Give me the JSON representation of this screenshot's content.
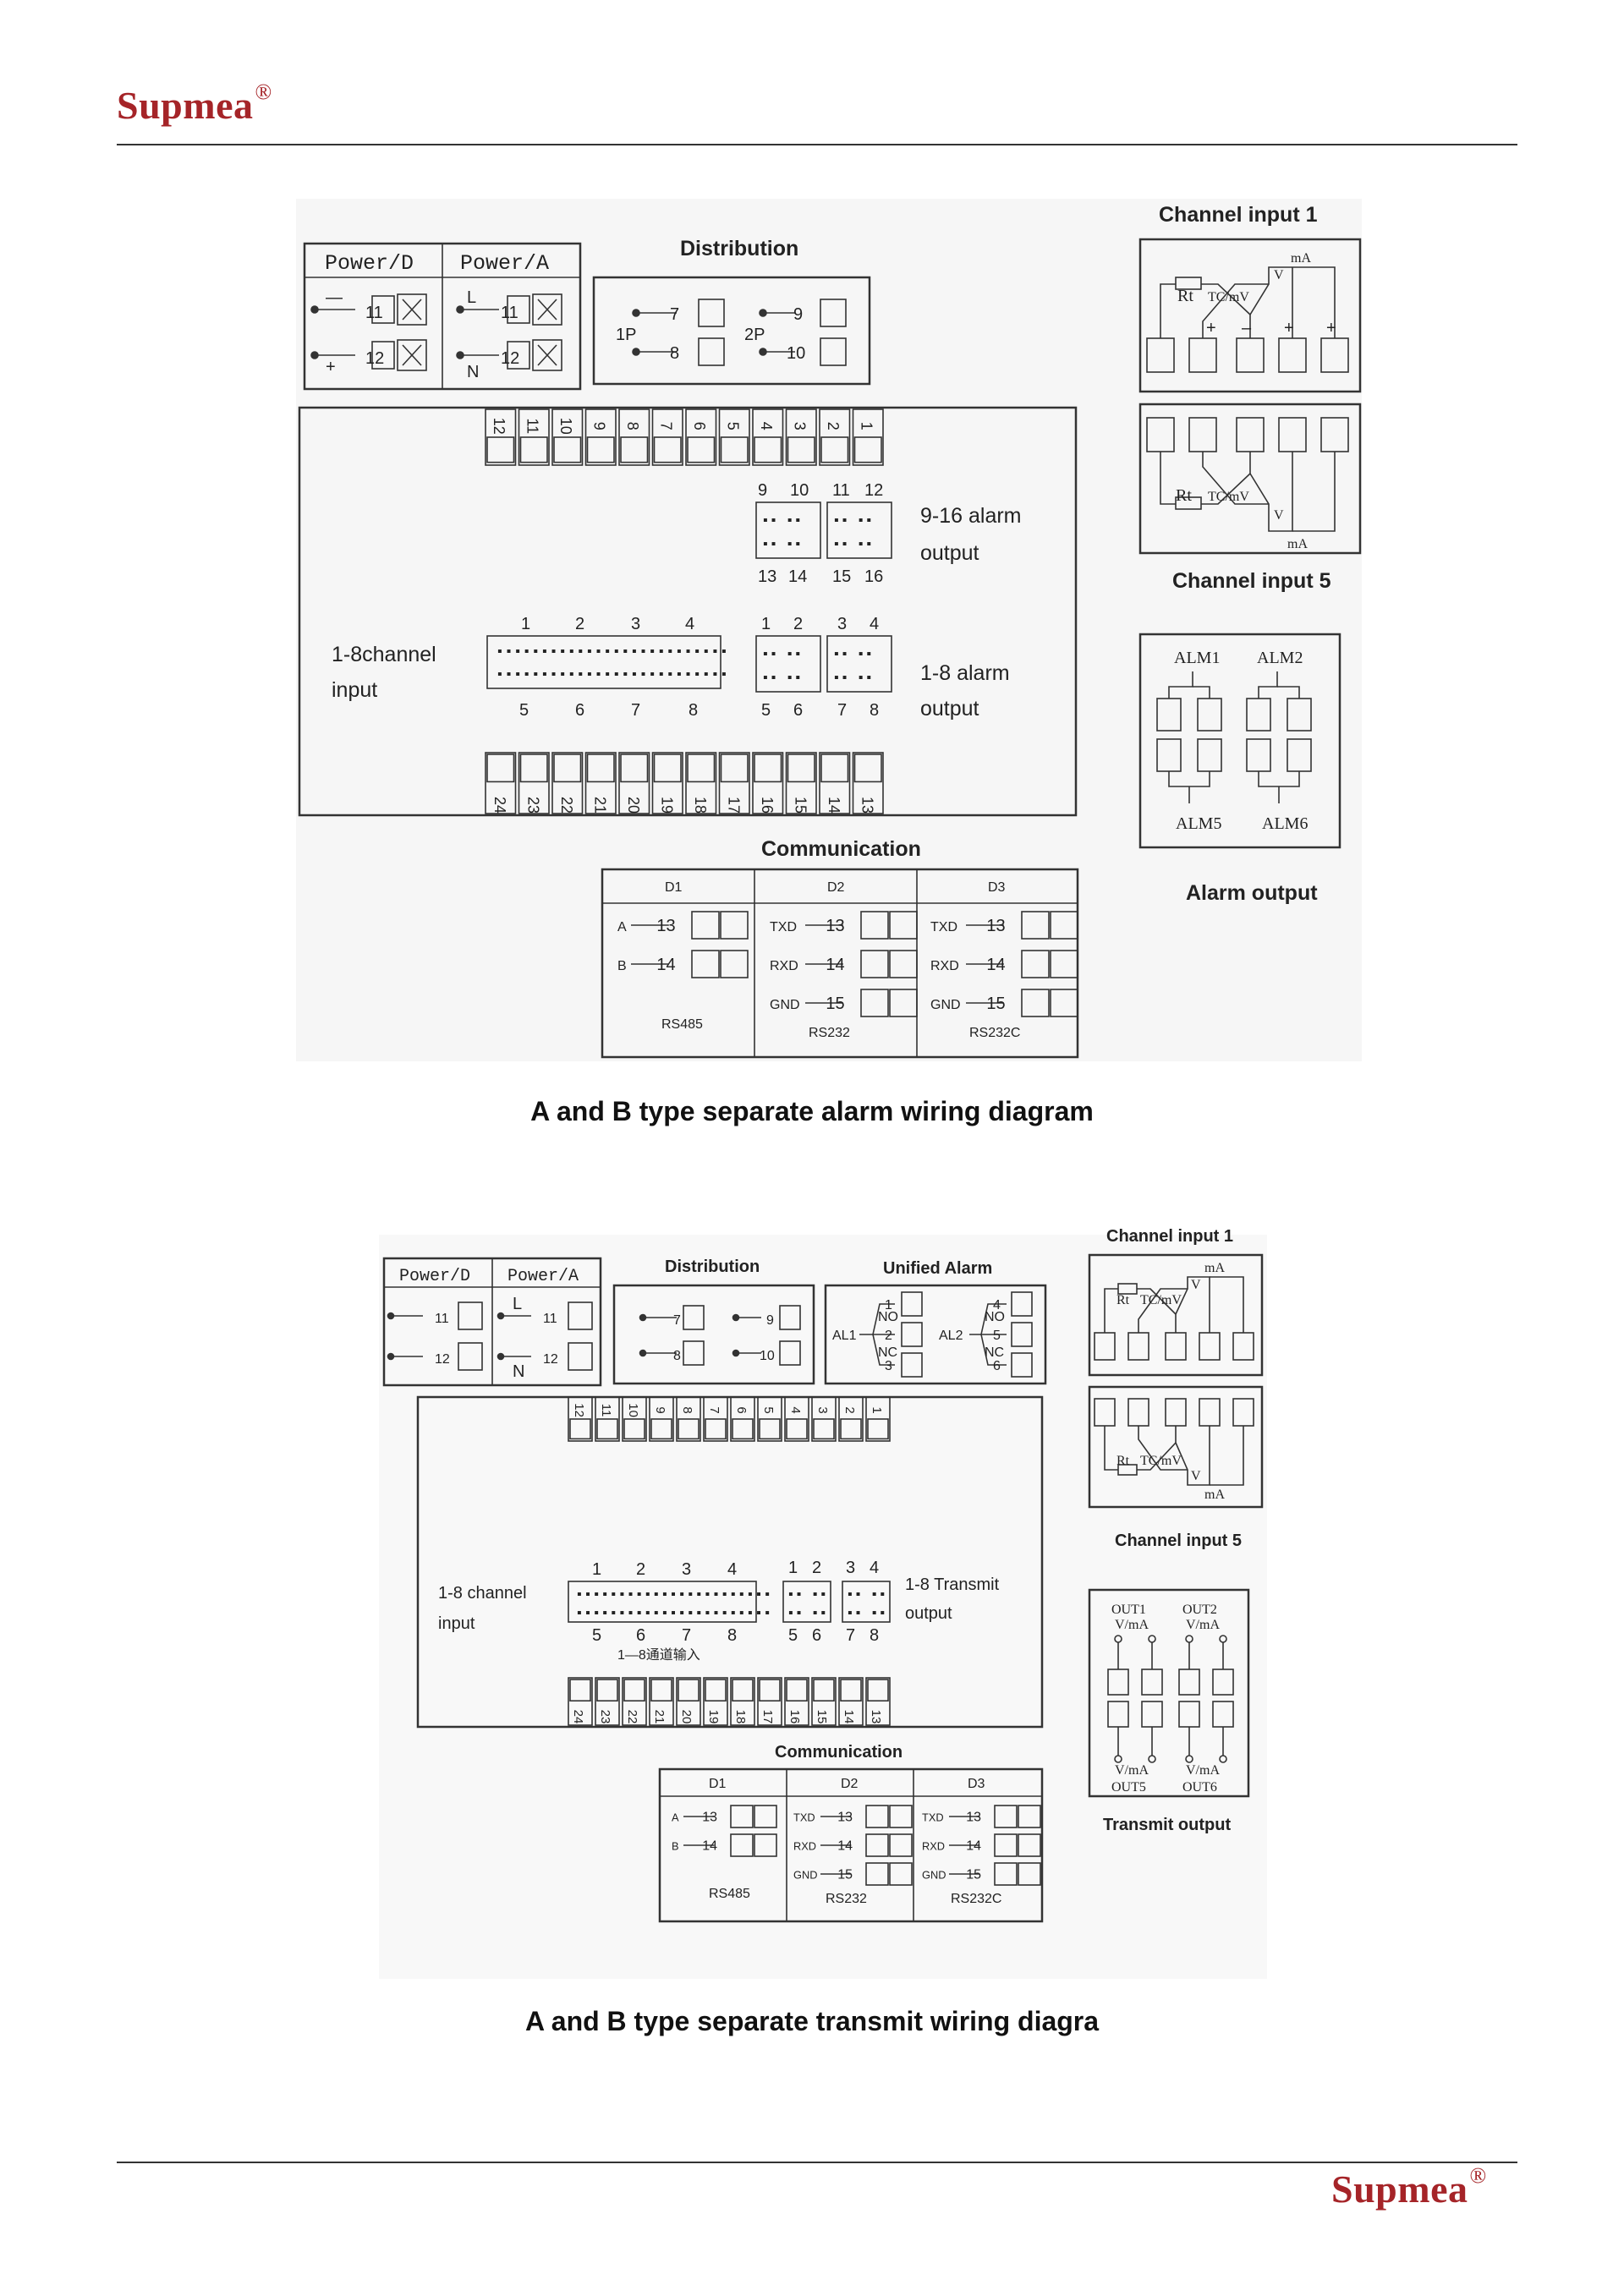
{
  "header": {
    "brand": "Supmea",
    "reg": "®"
  },
  "footer": {
    "brand": "Supmea",
    "reg": "®"
  },
  "diagram1": {
    "caption": "A and B type separate alarm wiring diagram",
    "power_d": "Power/D",
    "power_a": "Power/A",
    "distribution": "Distribution",
    "p1": "1P",
    "p2": "2P",
    "top_terminals": [
      "12",
      "11",
      "10",
      "9",
      "8",
      "7",
      "6",
      "5",
      "4",
      "3",
      "2",
      "1"
    ],
    "bottom_terminals": [
      "24",
      "23",
      "22",
      "21",
      "20",
      "19",
      "18",
      "17",
      "16",
      "15",
      "14",
      "13"
    ],
    "alarm_9_16": "9-16 alarm",
    "alarm_1_8": "1-8 alarm",
    "output": "output",
    "channel_input_line1": "1-8channel",
    "channel_input_line2": "input",
    "channel_input_1": "Channel input   1",
    "channel_input_5": "Channel input   5",
    "alarm_output": "Alarm output",
    "alm": [
      "ALM1",
      "ALM2",
      "ALM5",
      "ALM6"
    ],
    "communication": "Communication",
    "comm": {
      "d1": "D1",
      "d2": "D2",
      "d3": "D3",
      "rs485": "RS485",
      "rs232": "RS232",
      "rs232c": "RS232C",
      "a": "A",
      "b": "B",
      "txd": "TXD",
      "rxd": "RXD",
      "gnd": "GND"
    },
    "rt": "Rt",
    "tcmv": "TC/mV",
    "v": "V",
    "ma": "mA",
    "l": "L",
    "n": "N"
  },
  "diagram2": {
    "caption": "A and B type separate transmit wiring diagra",
    "unified_alarm": "Unified Alarm",
    "al1": "AL1",
    "al2": "AL2",
    "no": "NO",
    "nc": "NC",
    "transmit_line1": "1-8 Transmit",
    "transmit_line2": "output",
    "channel_input_line1": "1-8 channel",
    "channel_input_line2": "input",
    "cn_label": "1—8通道输入",
    "channel_input_1": "Channel input   1",
    "channel_input_5": "Channel input   5",
    "transmit_output": "Transmit output",
    "out": [
      "OUT1",
      "OUT2",
      "OUT5",
      "OUT6"
    ],
    "vma": "V/mA"
  }
}
